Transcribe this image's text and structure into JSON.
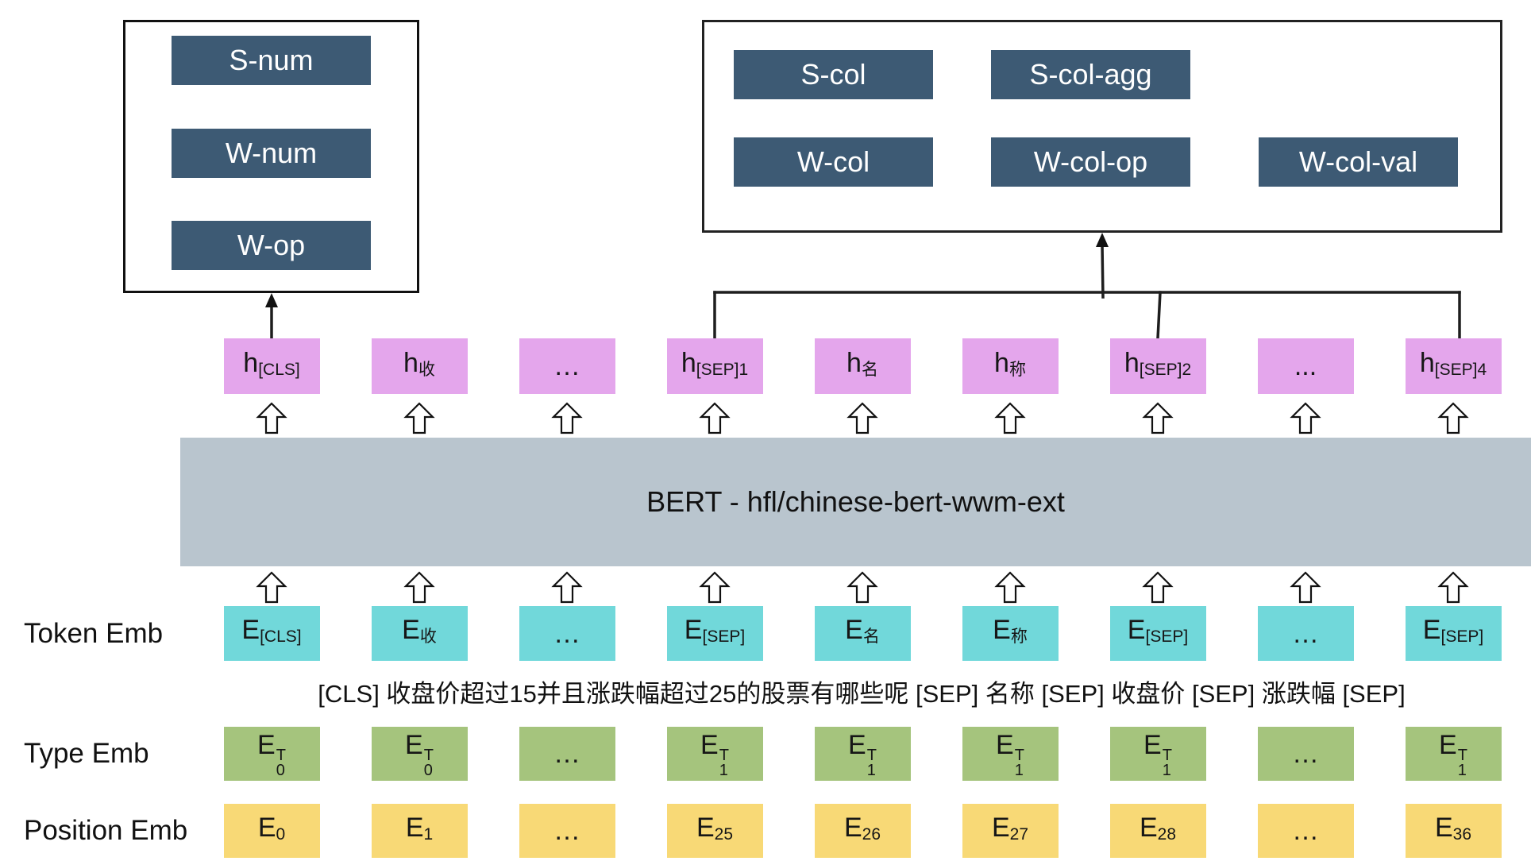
{
  "left_panel": [
    "S-num",
    "W-num",
    "W-op"
  ],
  "right_panel": {
    "top": [
      "S-col",
      "S-col-agg"
    ],
    "bottom": [
      "W-col",
      "W-col-op",
      "W-col-val"
    ]
  },
  "hidden_row": [
    {
      "main": "h",
      "sub": "[CLS]"
    },
    {
      "main": "h",
      "sub": "收"
    },
    {
      "main": "…"
    },
    {
      "main": "h",
      "sub": "[SEP]1"
    },
    {
      "main": "h",
      "sub": "名"
    },
    {
      "main": "h",
      "sub": "称"
    },
    {
      "main": "h",
      "sub": "[SEP]2"
    },
    {
      "main": "..."
    },
    {
      "main": "h",
      "sub": "[SEP]4"
    }
  ],
  "encoder_label": "BERT - hfl/chinese-bert-wwm-ext",
  "token_row": {
    "label": "Token Emb",
    "cells": [
      {
        "main": "E",
        "sub": "[CLS]"
      },
      {
        "main": "E",
        "sub": "收"
      },
      {
        "main": "…"
      },
      {
        "main": "E",
        "sub": "[SEP]"
      },
      {
        "main": "E",
        "sub": "名"
      },
      {
        "main": "E",
        "sub": "称"
      },
      {
        "main": "E",
        "sub": "[SEP]"
      },
      {
        "main": "…"
      },
      {
        "main": "E",
        "sub": "[SEP]"
      }
    ]
  },
  "sentence": "[CLS] 收盘价超过15并且涨跌幅超过25的股票有哪些呢 [SEP] 名称 [SEP] 收盘价 [SEP] 涨跌幅 [SEP]",
  "type_row": {
    "label": "Type Emb",
    "cells": [
      {
        "main": "E",
        "sup": "T",
        "sub": "0"
      },
      {
        "main": "E",
        "sup": "T",
        "sub": "0"
      },
      {
        "main": "…"
      },
      {
        "main": "E",
        "sup": "T",
        "sub": "1"
      },
      {
        "main": "E",
        "sup": "T",
        "sub": "1"
      },
      {
        "main": "E",
        "sup": "T",
        "sub": "1"
      },
      {
        "main": "E",
        "sup": "T",
        "sub": "1"
      },
      {
        "main": "…"
      },
      {
        "main": "E",
        "sup": "T",
        "sub": "1"
      }
    ]
  },
  "position_row": {
    "label": "Position Emb",
    "cells": [
      {
        "main": "E",
        "sub": "0"
      },
      {
        "main": "E",
        "sub": "1"
      },
      {
        "main": "…"
      },
      {
        "main": "E",
        "sub": "25"
      },
      {
        "main": "E",
        "sub": "26"
      },
      {
        "main": "E",
        "sub": "27"
      },
      {
        "main": "E",
        "sub": "28"
      },
      {
        "main": "…"
      },
      {
        "main": "E",
        "sub": "36"
      }
    ]
  },
  "colors": {
    "head_box": "#3d5a74",
    "hidden_state": "#e4a6ec",
    "token_emb": "#71d8da",
    "type_emb": "#a5c47d",
    "position_emb": "#f8d976",
    "encoder": "#b9c5ce"
  }
}
